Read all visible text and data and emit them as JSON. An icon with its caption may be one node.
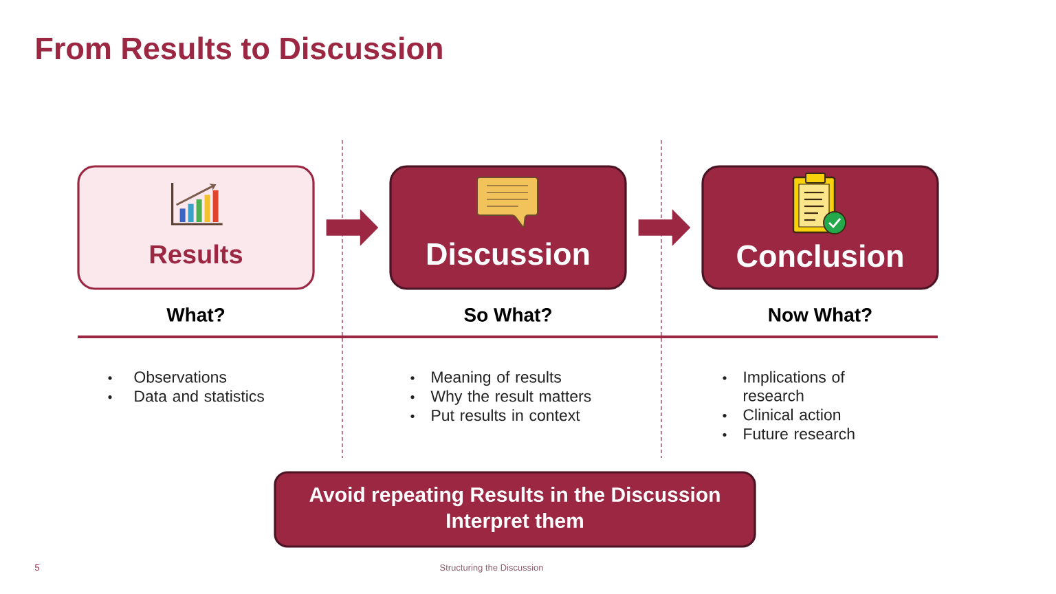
{
  "diagram": {
    "title": "From Results to Discussion",
    "nodes": [
      {
        "text": [
          "Results"
        ],
        "beside": [
          "What?"
        ]
      },
      {
        "text": [
          "Discussion"
        ],
        "beside": [
          "So What?"
        ]
      },
      {
        "text": [
          "Conclusion"
        ],
        "beside": [
          "Now What?"
        ]
      },
      {
        "text": [
          "Avoid repeating Results in the Discussion",
          "Interpret them"
        ]
      }
    ],
    "edges": [
      {
        "from": 0,
        "to": 1,
        "arrow": "to"
      },
      {
        "from": 1,
        "to": 2,
        "arrow": "to"
      }
    ],
    "labels": [
      "Observations",
      "Data and statistics",
      "Meaning of results",
      "Why the result matters",
      "Put results in context",
      "Implications of research",
      "Clinical action",
      "Future research",
      "5",
      "Structuring the Discussion"
    ]
  }
}
